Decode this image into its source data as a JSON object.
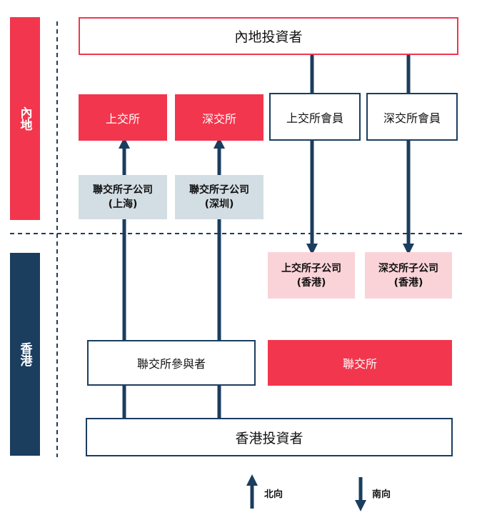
{
  "regions": {
    "mainland": "內地",
    "hongkong": "香港"
  },
  "boxes": {
    "mainland_investors": "內地投資者",
    "sse": "上交所",
    "szse": "深交所",
    "sse_member": "上交所會員",
    "szse_member": "深交所會員",
    "hkex_sub_sh": "聯交所子公司\n(上海)",
    "hkex_sub_sz": "聯交所子公司\n(深圳)",
    "sse_sub_hk": "上交所子公司\n(香港)",
    "szse_sub_hk": "深交所子公司\n(香港)",
    "hkex_participants": "聯交所參與者",
    "hkex": "聯交所",
    "hk_investors": "香港投資者"
  },
  "legend": {
    "northbound": "北向",
    "southbound": "南向"
  },
  "colors": {
    "red": "#f2364d",
    "navy": "#1b3d5e",
    "grey": "#d3dde4",
    "pink": "#fad3d8"
  }
}
